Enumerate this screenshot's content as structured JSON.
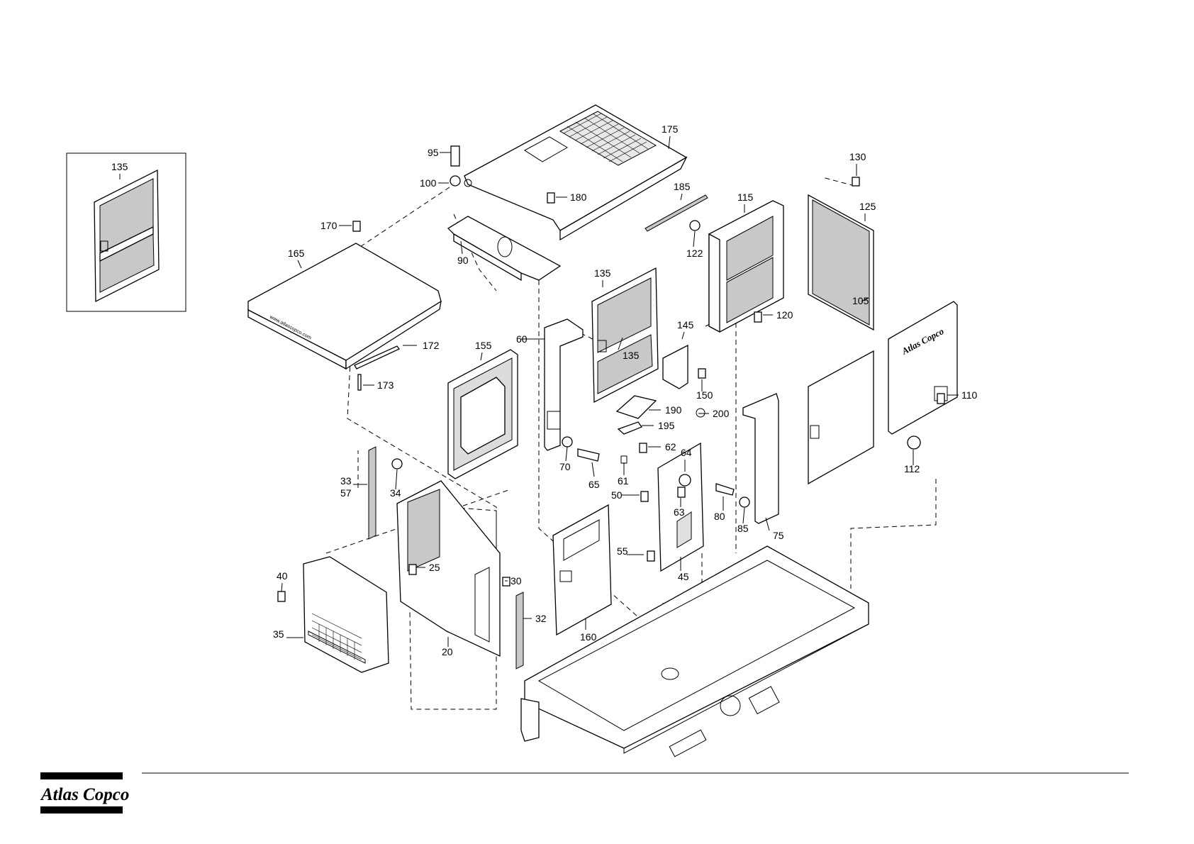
{
  "diagram": {
    "inset_label": "135",
    "callouts": [
      "135",
      "175",
      "95",
      "100",
      "180",
      "185",
      "115",
      "130",
      "125",
      "170",
      "165",
      "90",
      "122",
      "120",
      "135",
      "60",
      "145",
      "105",
      "110",
      "172",
      "155",
      "150",
      "173",
      "190",
      "200",
      "195",
      "62",
      "64",
      "70",
      "65",
      "61",
      "50",
      "63",
      "33",
      "57",
      "34",
      "80",
      "85",
      "75",
      "112",
      "40",
      "25",
      "30",
      "55",
      "45",
      "35",
      "32",
      "160",
      "20"
    ]
  },
  "brand": {
    "name": "Atlas Copco"
  }
}
